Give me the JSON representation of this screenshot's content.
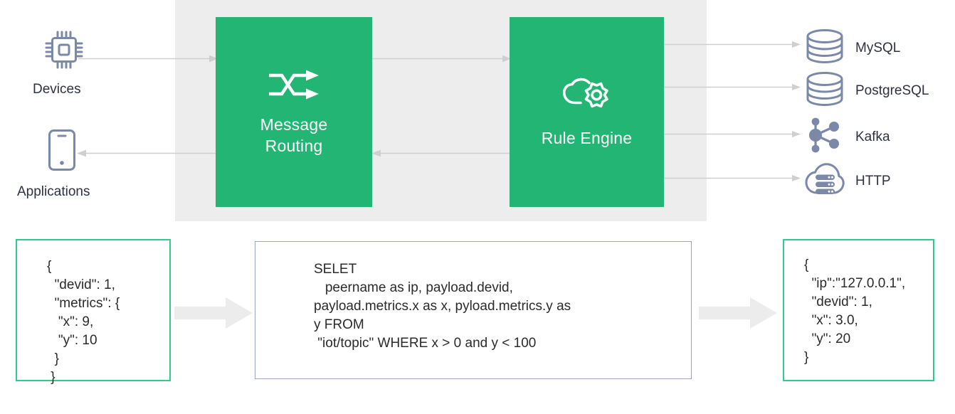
{
  "diagram": {
    "title": "EMQX message routing and rule engine data flow",
    "colors": {
      "accent_green": "#22b573",
      "border_green": "#2fcc8b",
      "panel_gray": "#ededed",
      "arrow_gray": "#cfcfcf",
      "fat_arrow_gray": "#ececec",
      "icon_slate": "#7c88a8",
      "text_dark": "#2d3142",
      "sql_border": "#9aa6c4"
    }
  },
  "sources": [
    {
      "id": "devices",
      "label": "Devices",
      "icon": "chip-icon"
    },
    {
      "id": "applications",
      "label": "Applications",
      "icon": "mobile-phone-icon"
    }
  ],
  "stages": [
    {
      "id": "message-routing",
      "label_line1": "Message",
      "label_line2": "Routing",
      "icon": "shuffle-routing-icon"
    },
    {
      "id": "rule-engine",
      "label_line1": "Rule Engine",
      "label_line2": "",
      "icon": "cloud-gear-icon"
    }
  ],
  "sinks": [
    {
      "id": "mysql",
      "label": "MySQL",
      "icon": "database-cylinder-icon"
    },
    {
      "id": "postgresql",
      "label": "PostgreSQL",
      "icon": "database-cylinder-icon"
    },
    {
      "id": "kafka",
      "label": "Kafka",
      "icon": "kafka-nodes-icon"
    },
    {
      "id": "http",
      "label": "HTTP",
      "icon": "cloud-server-icon"
    }
  ],
  "bottom": {
    "input_json": "{\n  \"devid\": 1,\n  \"metrics\": {\n   \"x\": 9,\n   \"y\": 10\n  }\n }",
    "sql": "SELET\n   peername as ip, payload.devid,\npayload.metrics.x as x, pyload.metrics.y as\ny FROM\n \"iot/topic\" WHERE x > 0 and y < 100",
    "output_json": "{\n  \"ip\":\"127.0.0.1\",\n  \"devid\": 1,\n  \"x\": 3.0,\n  \"y\": 20\n}"
  },
  "flow_arrows": [
    {
      "id": "devices-to-routing",
      "direction": "right"
    },
    {
      "id": "routing-to-applications",
      "direction": "left"
    },
    {
      "id": "routing-to-rule-engine",
      "direction": "right"
    },
    {
      "id": "rule-engine-to-routing",
      "direction": "left"
    },
    {
      "id": "rule-engine-to-mysql",
      "direction": "right"
    },
    {
      "id": "rule-engine-to-postgresql",
      "direction": "right"
    },
    {
      "id": "rule-engine-to-kafka",
      "direction": "right"
    },
    {
      "id": "rule-engine-to-http",
      "direction": "right"
    },
    {
      "id": "input-json-to-sql",
      "direction": "right"
    },
    {
      "id": "sql-to-output-json",
      "direction": "right"
    }
  ]
}
